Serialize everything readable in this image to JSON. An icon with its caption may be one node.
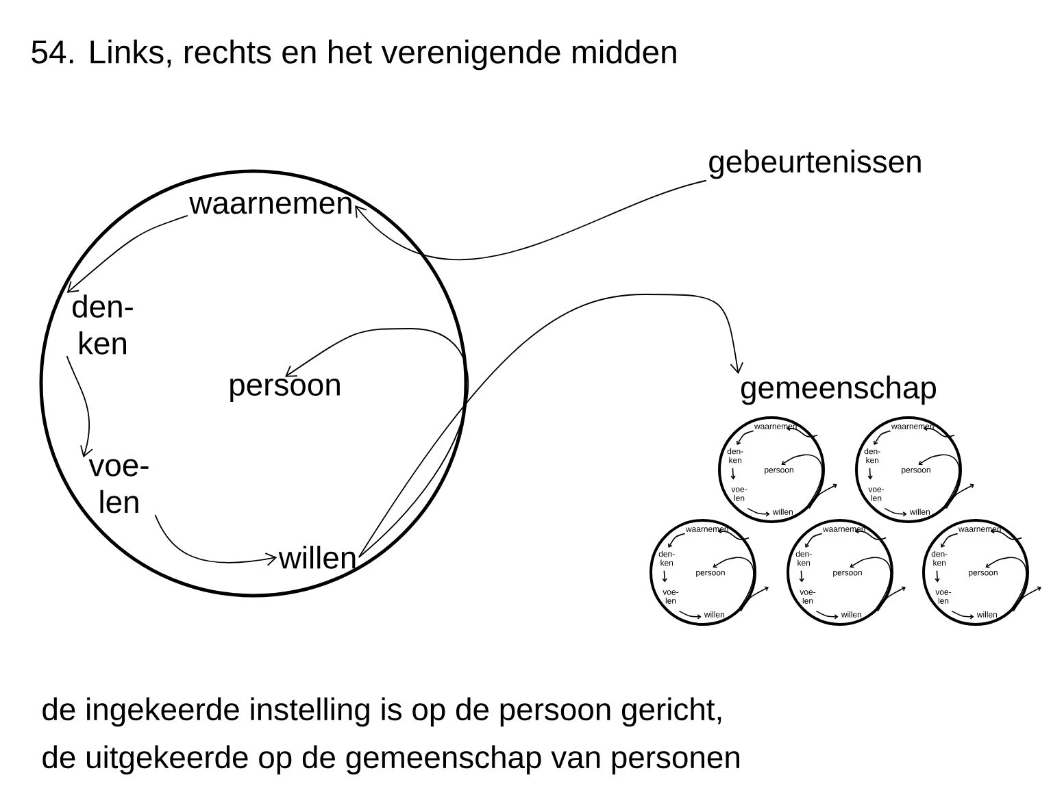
{
  "diagram": {
    "title": "54. Links, rechts en het verenigende midden",
    "nodes": [
      {
        "text": [],
        "shape": "circle"
      },
      {
        "text": [
          "waarnemen"
        ],
        "in": 0
      },
      {
        "text": [
          "den- ken"
        ],
        "in": 0
      },
      {
        "text": [
          "persoon"
        ],
        "in": 0
      },
      {
        "text": [
          "voe- len"
        ],
        "in": 0
      },
      {
        "text": [
          "willen"
        ],
        "in": 0
      },
      {
        "text": [
          "gebeurtenissen"
        ]
      },
      {
        "text": [
          "gemeenschap"
        ]
      },
      {
        "text": [
          "waarnemen",
          "den- ken",
          "persoon",
          "voe- len",
          "willen"
        ]
      },
      {
        "text": [
          "waarnemen",
          "den- ken",
          "persoon",
          "voe- len",
          "willen"
        ]
      },
      {
        "text": [
          "waarnemen",
          "den- ken",
          "persoon",
          "voe- len",
          "willen"
        ]
      },
      {
        "text": [
          "waarnemen",
          "den- ken",
          "persoon",
          "voe- len",
          "willen"
        ]
      },
      {
        "text": [
          "waarnemen",
          "den- ken",
          "persoon",
          "voe- len",
          "willen"
        ]
      }
    ],
    "edges": [
      {
        "from": 6,
        "to": 1,
        "arrow": "to"
      },
      {
        "from": 1,
        "to": 2,
        "arrow": "to"
      },
      {
        "from": 2,
        "to": 4,
        "arrow": "to"
      },
      {
        "from": 4,
        "to": 5,
        "arrow": "to"
      },
      {
        "from": 5,
        "to": 3,
        "arrow": "to"
      },
      {
        "from": 5,
        "to": 7,
        "arrow": "to"
      }
    ],
    "labels": [
      "de ingekeerde instelling is op de persoon gericht,",
      "de uitgekeerde op de gemeenschap van personen"
    ]
  }
}
